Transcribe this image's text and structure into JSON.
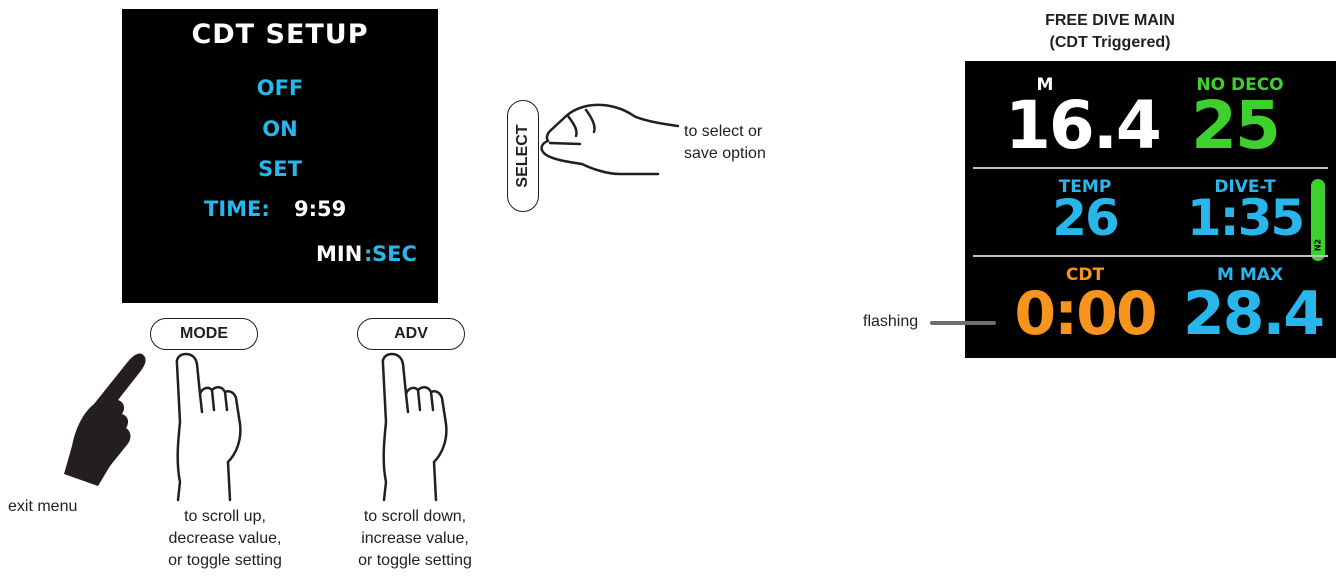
{
  "setup_screen": {
    "title": "CDT SETUP",
    "options": [
      "OFF",
      "ON",
      "SET"
    ],
    "time_label": "TIME:",
    "time_value": "9:59",
    "unit_min": "MIN",
    "unit_sep": ":",
    "unit_sec": "SEC"
  },
  "buttons": {
    "select": {
      "label": "SELECT",
      "caption": [
        "to select or",
        "save option"
      ]
    },
    "mode": {
      "label": "MODE",
      "caption": [
        "to scroll up,",
        "decrease value,",
        "or toggle setting"
      ]
    },
    "adv": {
      "label": "ADV",
      "caption": [
        "to scroll down,",
        "increase value,",
        "or toggle setting"
      ]
    },
    "exit_caption": "exit menu"
  },
  "main_screen": {
    "title": [
      "FREE DIVE MAIN",
      "(CDT Triggered)"
    ],
    "depth_label": "M",
    "depth_value": "16.4",
    "nodeco_label": "NO DECO",
    "nodeco_value": "25",
    "temp_label": "TEMP",
    "temp_value": "26",
    "divet_label": "DIVE-T",
    "divet_value": "1:35",
    "n2_label": "N2",
    "cdt_label": "CDT",
    "cdt_value": "0:00",
    "mmax_label": "M MAX",
    "mmax_value": "28.4",
    "flashing_label": "flashing"
  },
  "colors": {
    "screen_bg": "#000000",
    "blue": "#29b6ea",
    "green": "#3ed12e",
    "orange": "#f7941d",
    "white": "#ffffff",
    "hand": "#231f20"
  }
}
